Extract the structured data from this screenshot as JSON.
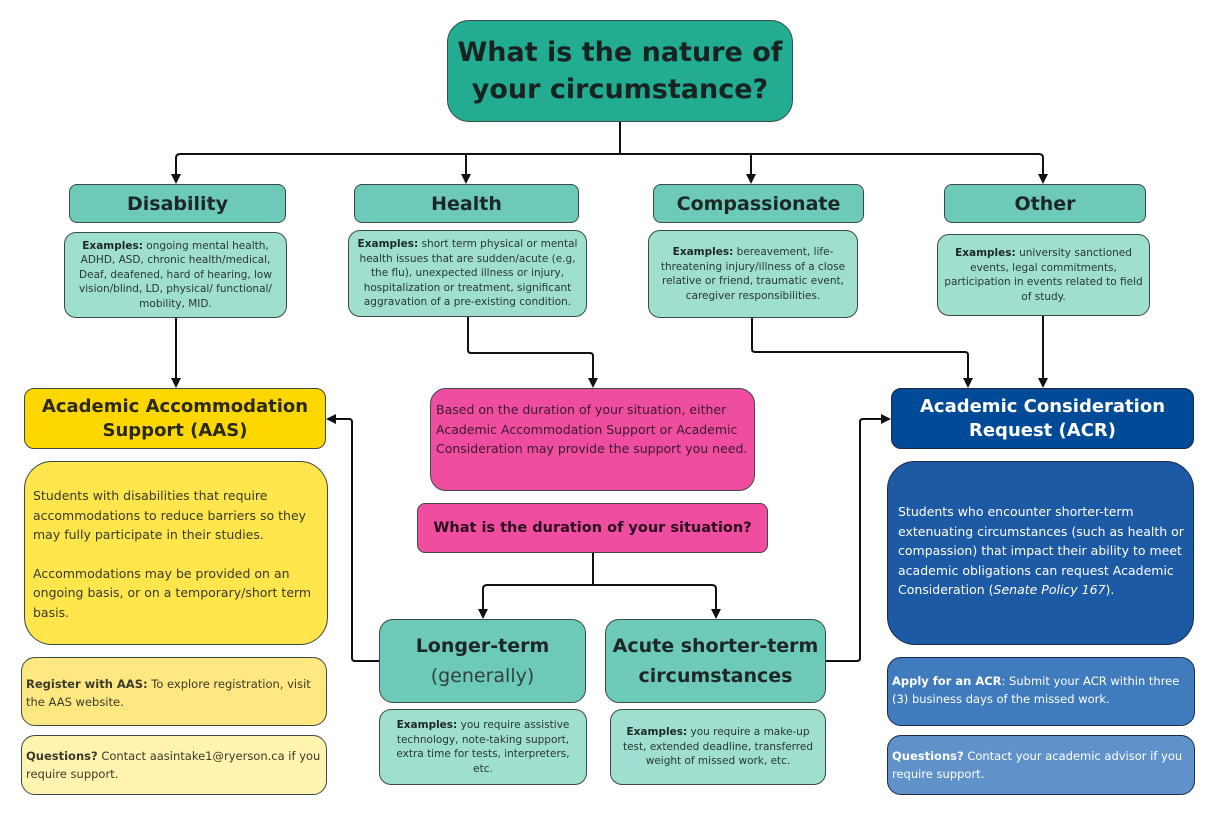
{
  "title": "What is the nature of your circumstance?",
  "categories": [
    {
      "label": "Disability",
      "examples_label": "Examples:",
      "examples": "ongoing mental health, ADHD, ASD, chronic health/medical, Deaf, deafened, hard of hearing, low vision/blind, LD, physical/ functional/ mobility, MID."
    },
    {
      "label": "Health",
      "examples_label": "Examples:",
      "examples": "short term physical or mental health issues that are sudden/acute (e.g, the flu), unexpected illness or injury, hospitalization or treatment, significant aggravation of a pre-existing condition."
    },
    {
      "label": "Compassionate",
      "examples_label": "Examples:",
      "examples": "bereavement, life-threatening injury/illness of a close relative or friend, traumatic event, caregiver responsibilities."
    },
    {
      "label": "Other",
      "examples_label": "Examples:",
      "examples": "university sanctioned events, legal commitments, participation in events related to field of study."
    }
  ],
  "aas": {
    "header": "Academic Accommodation Support (AAS)",
    "body_p1": "Students with disabilities that require accommodations to reduce barriers so they may fully participate in their studies.",
    "body_p2": "Accommodations may be provided on an ongoing basis, or on a temporary/short term basis.",
    "register_label": "Register with AAS:",
    "register_text": "To explore registration, visit the AAS website.",
    "questions_label": "Questions?",
    "questions_text": "Contact aasintake1@ryerson.ca if you require support."
  },
  "middle": {
    "info": "Based on the duration of your situation, either Academic Accommodation Support or Academic Consideration may provide the support you need.",
    "question": "What is the duration of your situation?",
    "longer_term_title": "Longer-term",
    "longer_term_sub": "(generally)",
    "longer_term_examples_label": "Examples:",
    "longer_term_examples": "you require assistive technology, note-taking support, extra time for tests, interpreters, etc.",
    "acute_title": "Acute shorter-term circumstances",
    "acute_examples_label": "Examples:",
    "acute_examples": "you require a make-up test, extended deadline, transferred weight of missed work, etc."
  },
  "acr": {
    "header": "Academic Consideration Request (ACR)",
    "body_text": "Students who encounter shorter-term extenuating circumstances (such as health or compassion) that impact their ability to meet academic obligations can request Academic Consideration (",
    "body_policy": "Senate Policy 167",
    "body_end": ").",
    "apply_label": "Apply for an ACR",
    "apply_text": ": Submit your ACR within three (3) business days of the missed work.",
    "questions_label": "Questions?",
    "questions_text": "Contact your academic advisor if you require support."
  },
  "colors": {
    "title_teal": "#22ad92",
    "category_teal": "#6ecab8",
    "examples_teal": "#9edfd0",
    "aas_yellow": "#ffd700",
    "pink": "#ef4da0",
    "acr_blue": "#004a98"
  }
}
